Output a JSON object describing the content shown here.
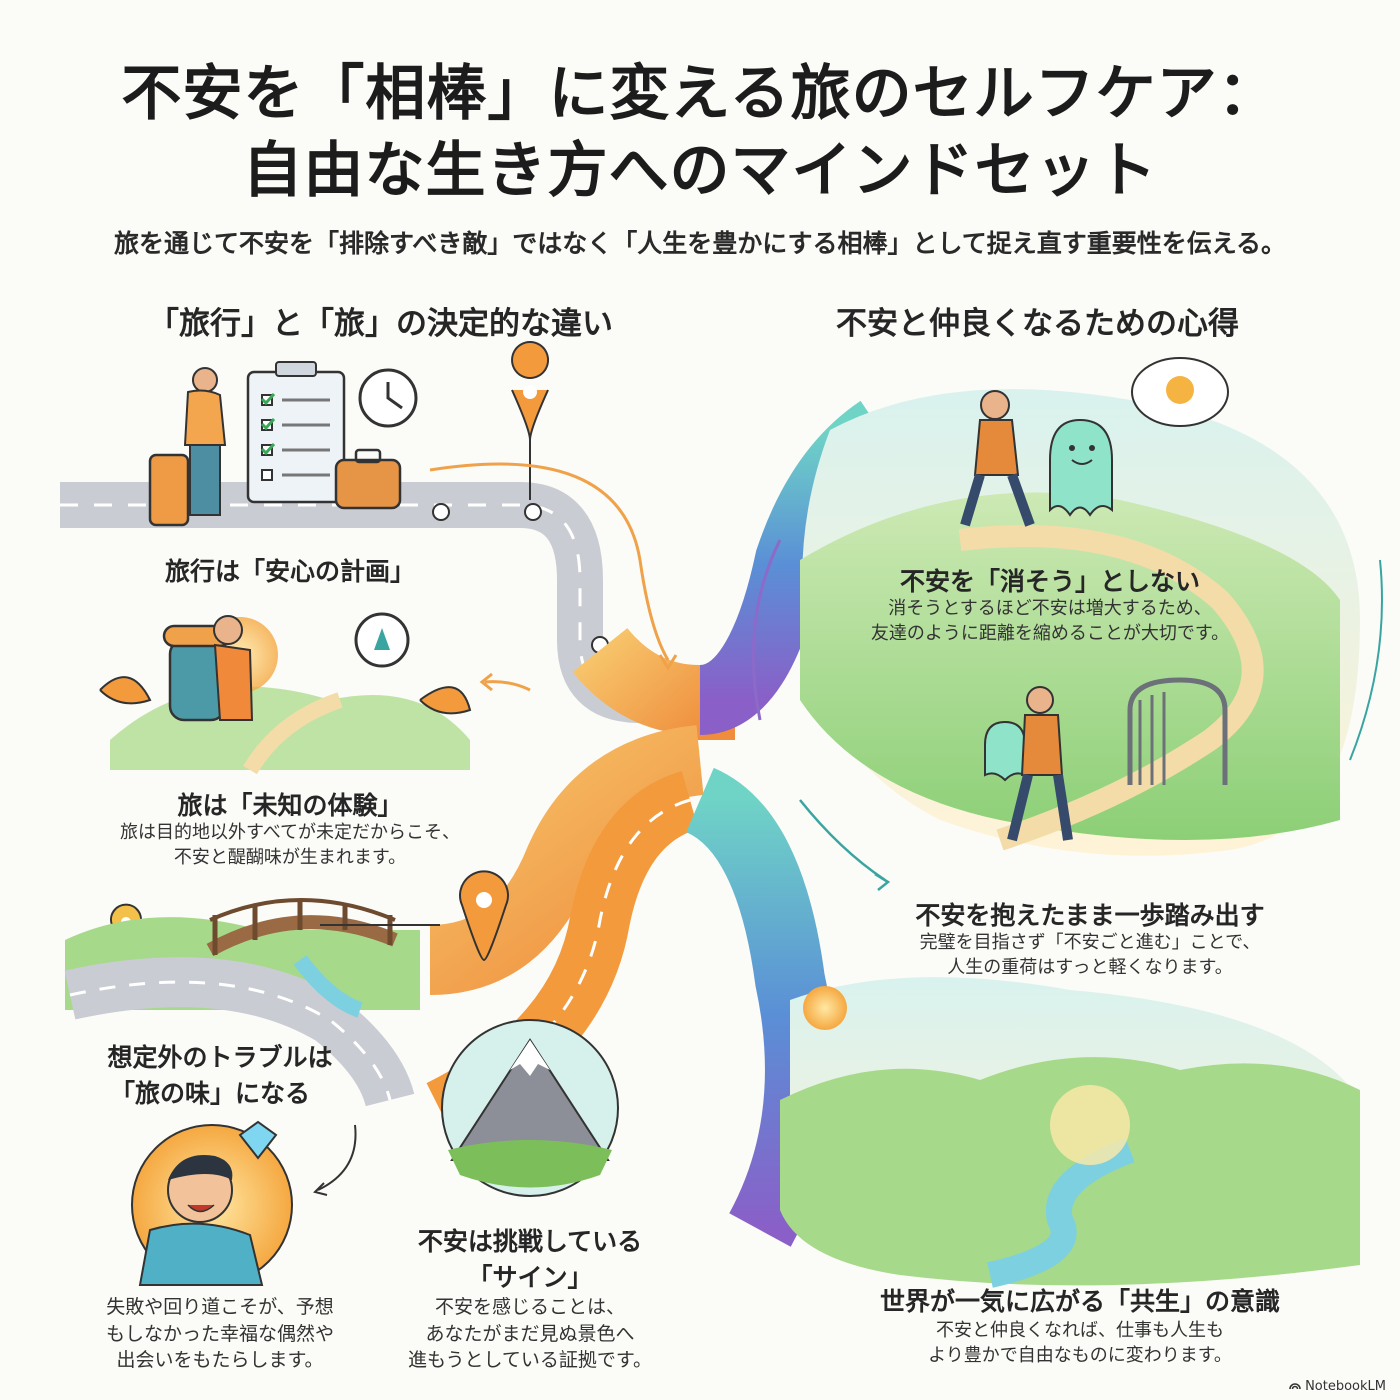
{
  "title": {
    "line1": "不安を「相棒」に変える旅のセルフケア：",
    "line2": "自由な生き方へのマインドセット"
  },
  "subtitle": "旅を通じて不安を「排除すべき敵」ではなく「人生を豊かにする相棒」として捉え直す重要性を伝える。",
  "left_section": {
    "heading": "「旅行」と「旅」の決定的な違い",
    "items": [
      {
        "heading": "旅行は「安心の計画」"
      },
      {
        "heading": "旅は「未知の体験」",
        "body": [
          "旅は目的地以外すべてが未定だからこそ、",
          "不安と醍醐味が生まれます。"
        ]
      },
      {
        "heading": [
          "想定外のトラブルは",
          "「旅の味」になる"
        ],
        "body": [
          "失敗や回り道こそが、予想",
          "もしなかった幸福な偶然や",
          "出会いをもたらします。"
        ]
      },
      {
        "heading": [
          "不安は挑戦している",
          "「サイン」"
        ],
        "body": [
          "不安を感じることは、",
          "あなたがまだ見ぬ景色へ",
          "進もうとしている証拠です。"
        ]
      }
    ]
  },
  "right_section": {
    "heading": "不安と仲良くなるための心得",
    "items": [
      {
        "heading": "不安を「消そう」としない",
        "body": [
          "消そうとするほど不安は増大するため、",
          "友達のように距離を縮めることが大切です。"
        ]
      },
      {
        "heading": "不安を抱えたまま一歩踏み出す",
        "body": [
          "完璧を目指さず「不安ごと進む」ことで、",
          "人生の重荷はすっと軽くなります。"
        ]
      },
      {
        "heading": "世界が一気に広がる「共生」の意識",
        "body": [
          "不安と仲良くなれば、仕事も人生も",
          "より豊かで自由なものに変わります。"
        ]
      }
    ]
  },
  "watermark": "NotebookLM",
  "colors": {
    "orange": "#f0a24a",
    "teal": "#5cc7b8",
    "green": "#7cbf5a",
    "purple": "#8b6ac9",
    "road": "#c9ccd2"
  }
}
